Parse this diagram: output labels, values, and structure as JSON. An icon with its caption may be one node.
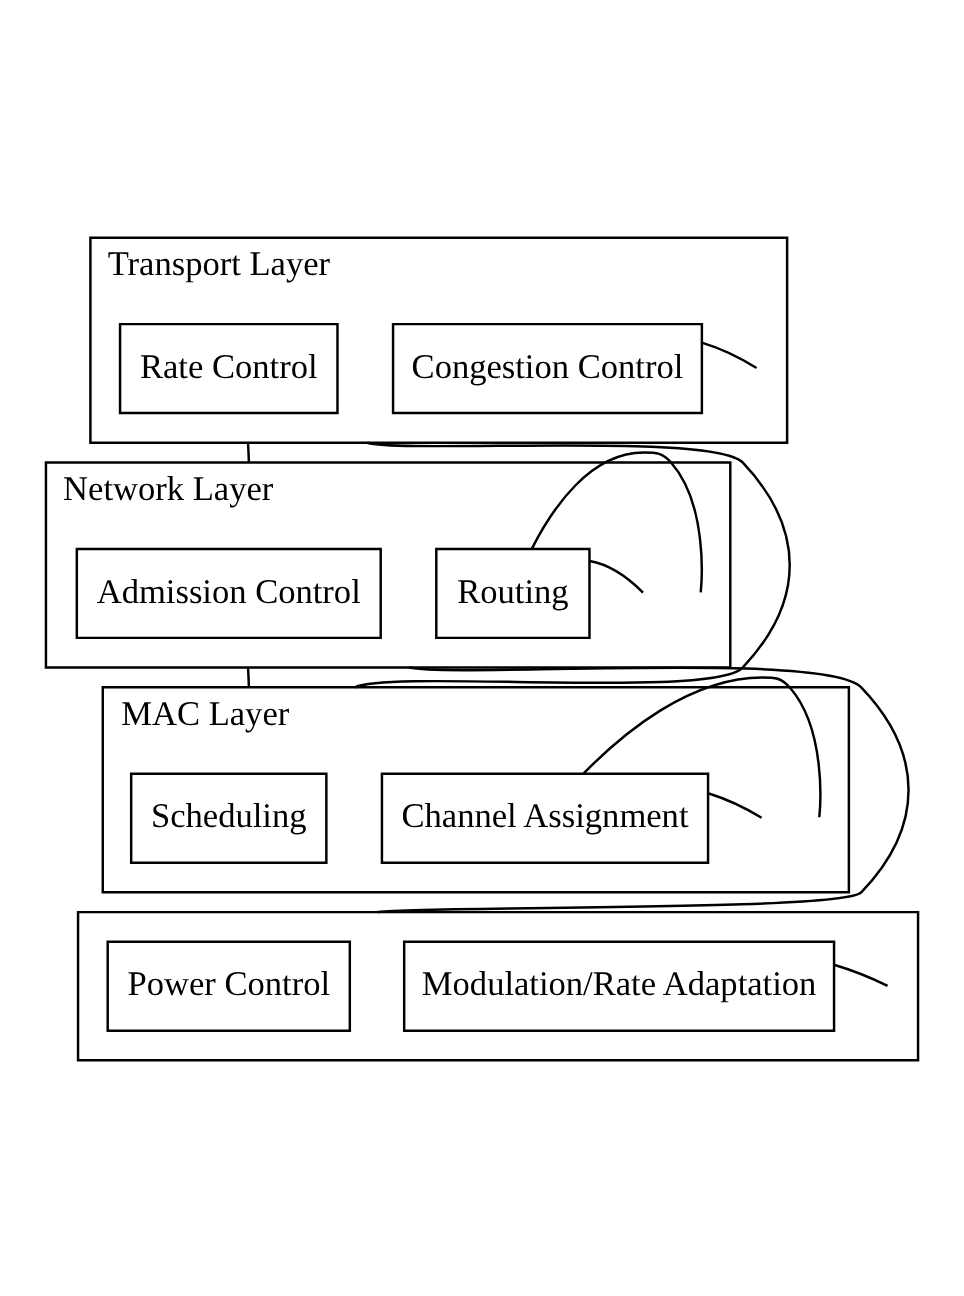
{
  "diagram": {
    "nodes": [
      {
        "text": [
          "Transport Layer"
        ]
      },
      {
        "text": [
          "Rate Control"
        ],
        "in": 0
      },
      {
        "text": [
          "Congestion Control"
        ],
        "in": 0
      },
      {
        "text": [
          "Network Layer"
        ]
      },
      {
        "text": [
          "Admission Control"
        ],
        "in": 3
      },
      {
        "text": [
          "Routing"
        ],
        "in": 3
      },
      {
        "text": [
          "MAC Layer"
        ]
      },
      {
        "text": [
          "Scheduling"
        ],
        "in": 6
      },
      {
        "text": [
          "Channel Assignment"
        ],
        "in": 6
      },
      {
        "text": [],
        "shape": "box"
      },
      {
        "text": [
          "Power Control"
        ],
        "in": 9
      },
      {
        "text": [
          "Modulation/Rate Adaptation"
        ],
        "in": 9
      }
    ],
    "edges": [
      {
        "from": 0,
        "to": 3,
        "arrow": "none"
      },
      {
        "from": 0,
        "to": 6,
        "arrow": "none"
      },
      {
        "from": 3,
        "to": 6,
        "arrow": "none"
      },
      {
        "from": 3,
        "to": 9,
        "arrow": "none"
      },
      {
        "from": 2,
        "to": null,
        "arrow": "none"
      },
      {
        "from": 5,
        "to": null,
        "arrow": "none"
      },
      {
        "from": 5,
        "to": null,
        "arrow": "none"
      },
      {
        "from": 8,
        "to": null,
        "arrow": "none"
      },
      {
        "from": 8,
        "to": null,
        "arrow": "none"
      },
      {
        "from": 11,
        "to": null,
        "arrow": "none"
      }
    ]
  }
}
